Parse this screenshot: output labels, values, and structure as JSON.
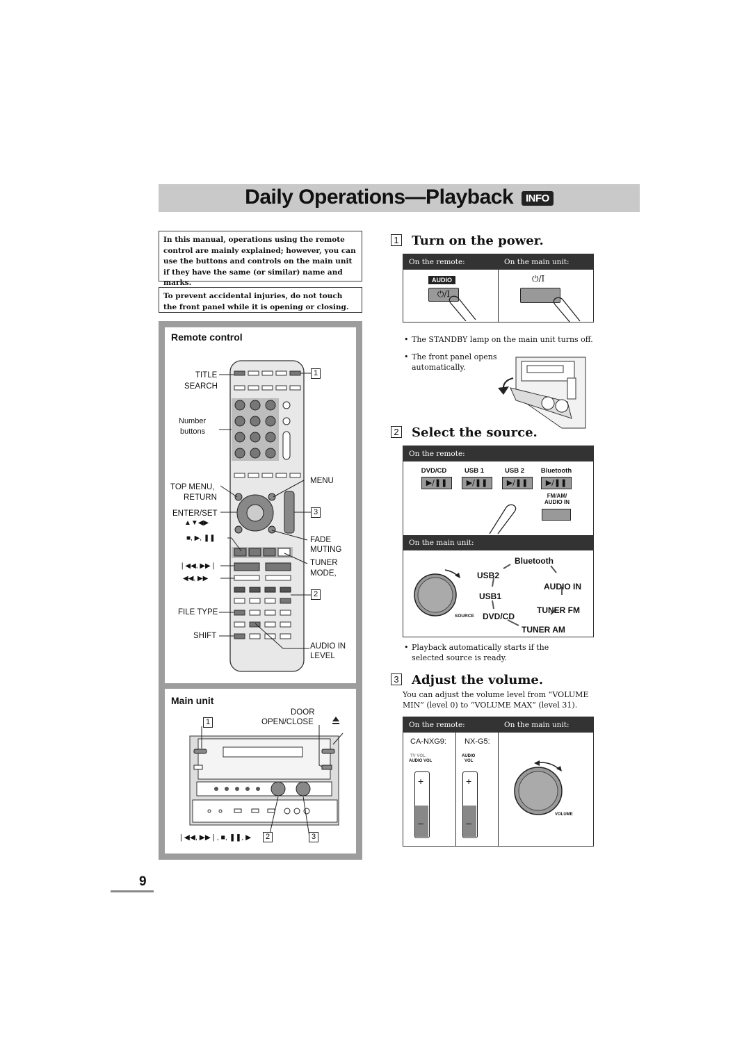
{
  "banner": {
    "title": "Daily Operations—Playback",
    "badge": "INFO"
  },
  "notes": {
    "note1": "In this manual, operations using the remote control are mainly explained; however, you can use the buttons and controls on the main unit if they have the same (or similar) name and marks.",
    "note2": "To prevent accidental injuries, do not touch the front panel while it is opening or closing."
  },
  "remote": {
    "heading": "Remote control",
    "labels": {
      "title_search_1": "TITLE",
      "title_search_2": "SEARCH",
      "number_buttons_1": "Number",
      "number_buttons_2": "buttons",
      "top_menu": "TOP MENU,",
      "return": "RETURN",
      "enter_set": "ENTER/SET",
      "arrows": "▲▼◀▶",
      "stop_play_pause": "■, ▶, ❚❚",
      "skip": "◀◀, ▶▶",
      "skip_prev_next": "❘◀◀, ▶▶❘",
      "file_type": "FILE TYPE",
      "shift": "SHIFT",
      "menu": "MENU",
      "fade_muting_1": "FADE",
      "fade_muting_2": "MUTING",
      "tuner_mode_1": "TUNER",
      "tuner_mode_2": "MODE,",
      "audio_in_level_1": "AUDIO IN",
      "audio_in_level_2": "LEVEL"
    },
    "step_markers": [
      "1",
      "2",
      "3"
    ]
  },
  "main_unit": {
    "heading": "Main unit",
    "door_label_1": "DOOR",
    "door_label_2": "OPEN/CLOSE",
    "bottom_label": "❘◀◀, ▶▶❘, ■, ❚❚, ▶",
    "markers": [
      "1",
      "2",
      "3"
    ]
  },
  "steps": [
    {
      "num": "1",
      "title": "Turn on the power.",
      "col_remote": "On the remote:",
      "col_main": "On the main unit:",
      "audio_badge": "AUDIO",
      "power_symbol": "⏻/I",
      "bullets": [
        "The STANDBY lamp on the main unit turns off.",
        "The front panel opens automatically."
      ]
    },
    {
      "num": "2",
      "title": "Select the source.",
      "remote_head": "On the remote:",
      "main_head": "On the main unit:",
      "buttons": [
        "DVD/CD",
        "USB 1",
        "USB 2",
        "Bluetooth"
      ],
      "fm_am_1": "FM/AM/",
      "fm_am_2": "AUDIO IN",
      "cycle": [
        "Bluetooth",
        "USB2",
        "AUDIO IN",
        "USB1",
        "TUNER FM",
        "DVD/CD",
        "TUNER AM"
      ],
      "source_label": "SOURCE",
      "bullet": "Playback automatically starts if the selected source is ready."
    },
    {
      "num": "3",
      "title": "Adjust the volume.",
      "desc": "You can adjust the volume level from “VOLUME MIN” (level 0) to “VOLUME MAX” (level 31).",
      "col_remote": "On the remote:",
      "col_main": "On the main unit:",
      "model_a": "CA-NXG9:",
      "model_b": "NX-G5:",
      "tv_vol": "TV VOL",
      "audio_vol": "AUDIO VOL",
      "audio_vol_b1": "AUDIO",
      "audio_vol_b2": "VOL",
      "plus": "+",
      "minus": "–",
      "volume": "VOLUME"
    }
  ],
  "page_number": "9"
}
